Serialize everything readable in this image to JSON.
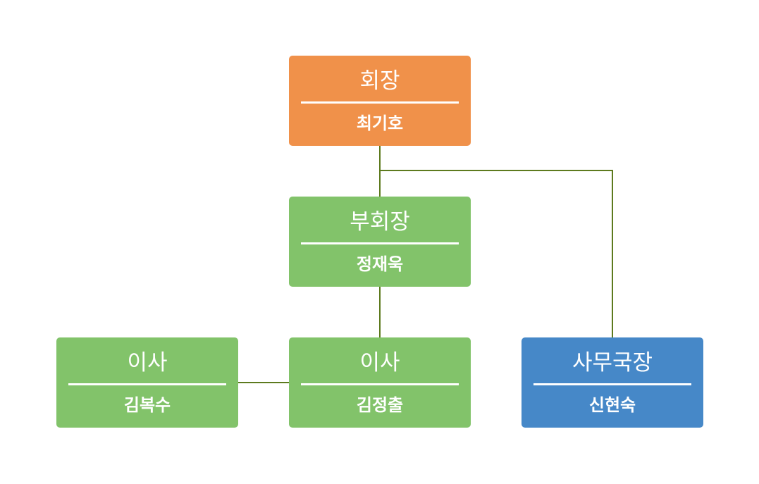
{
  "colors": {
    "chairman": "#f0914a",
    "member": "#82c36a",
    "secretary": "#4688c8",
    "connector": "#5d7a1e"
  },
  "nodes": {
    "chairman": {
      "title": "회장",
      "name": "최기호"
    },
    "vice_chairman": {
      "title": "부회장",
      "name": "정재욱"
    },
    "director_left": {
      "title": "이사",
      "name": "김복수"
    },
    "director_center": {
      "title": "이사",
      "name": "김정출"
    },
    "secretary_general": {
      "title": "사무국장",
      "name": "신현숙"
    }
  }
}
